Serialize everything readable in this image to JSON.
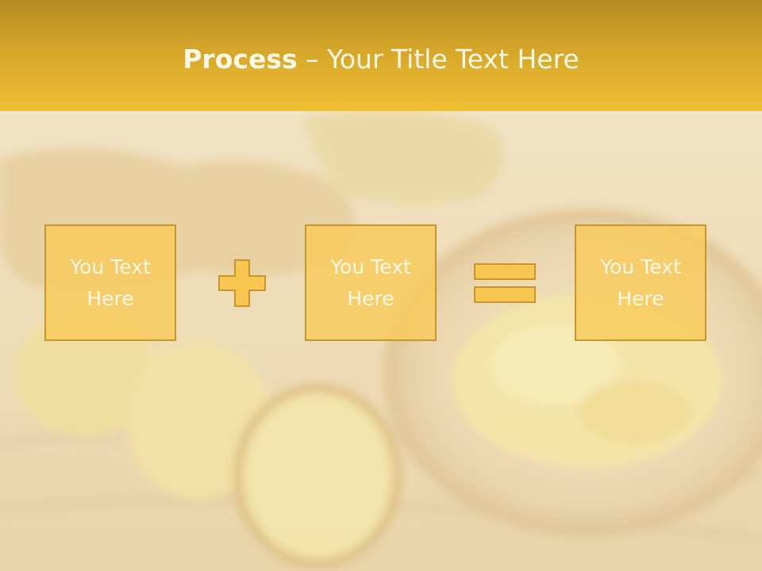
{
  "slide": {
    "title_bold": "Process",
    "title_rest": " – Your Title Text Here",
    "boxes": [
      {
        "line1": "You Text",
        "line2": "Here"
      },
      {
        "line1": "You Text",
        "line2": "Here"
      },
      {
        "line1": "You Text",
        "line2": "Here"
      }
    ],
    "operators": [
      "plus-icon",
      "equals-icon"
    ],
    "colors": {
      "header_top": "#b68a22",
      "header_bottom": "#efbf33",
      "box_fill": "#f8cb5a",
      "box_border": "#c8962c",
      "text": "#fff8e6"
    }
  }
}
